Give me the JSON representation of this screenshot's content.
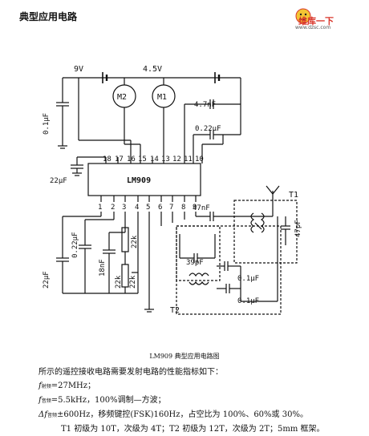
{
  "page": {
    "title": "典型应用电路"
  },
  "logo": {
    "text": "维库一下",
    "url": "www.dzsc.com"
  },
  "schematic": {
    "supply_left": "9V",
    "supply_right": "4.5V",
    "motor_left": "M2",
    "motor_right": "M1",
    "ic_label": "LM909",
    "pins_top": [
      "18",
      "17",
      "16",
      "15",
      "14",
      "13",
      "12",
      "11",
      "10"
    ],
    "pins_bottom": [
      "1",
      "2",
      "3",
      "4",
      "5",
      "6",
      "7",
      "8",
      "9"
    ],
    "c_left": "0.1μF",
    "c_4n7": "4.7nF",
    "c_022_top": "0.22μF",
    "c_22_left": "22μF",
    "c_47n": "47nF",
    "c_22_bottom": "22μF",
    "c_022_bottom": "0.22μF",
    "c_18n": "18nF",
    "r_22k_a": "22k",
    "r_22k_b": "22k",
    "r_22k_pot": "22k",
    "c_39p": "39pF",
    "c_01_a": "0.1μF",
    "c_01_b": "0.1μF",
    "c_47p": "47pF",
    "t1": "T1",
    "t2": "T2"
  },
  "caption": "LM909 典型应用电路图",
  "body": {
    "intro": "所示的遥控接收电路需要发射电路的性能指标如下：",
    "line1": {
      "sym": "f",
      "sub": "射频",
      "text": "=27MHz；"
    },
    "line2": {
      "sym": "f",
      "sub": "音频",
      "text": "=5.5kHz，100%调制—方波；"
    },
    "line3": {
      "sym": "Δf",
      "sub": "音频",
      "text": "±600Hz，移频键控(FSK)160Hz，占空比为 100%、60%或 30%。"
    },
    "line4": "T1 初级为 10T，次级为 4T；T2 初级为 12T，次级为 2T；5mm 框架。"
  }
}
